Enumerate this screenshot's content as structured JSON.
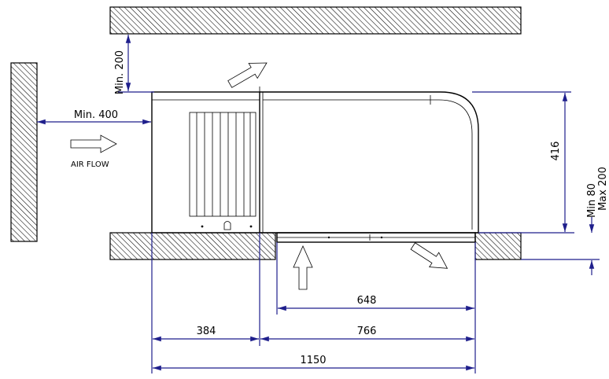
{
  "labels": {
    "min_top": "Min. 200",
    "min_left": "Min. 400",
    "air_flow": "AIR FLOW",
    "height": "416",
    "min_bottom": "Min 80",
    "max_bottom": "Max 200",
    "outlet_width": "648",
    "left_width": "384",
    "right_width": "766",
    "total_width": "1150"
  },
  "colors": {
    "wall_hatch": "#000000",
    "dimension_line": "#1f1f8c",
    "outline": "#000000",
    "background": "#ffffff"
  }
}
